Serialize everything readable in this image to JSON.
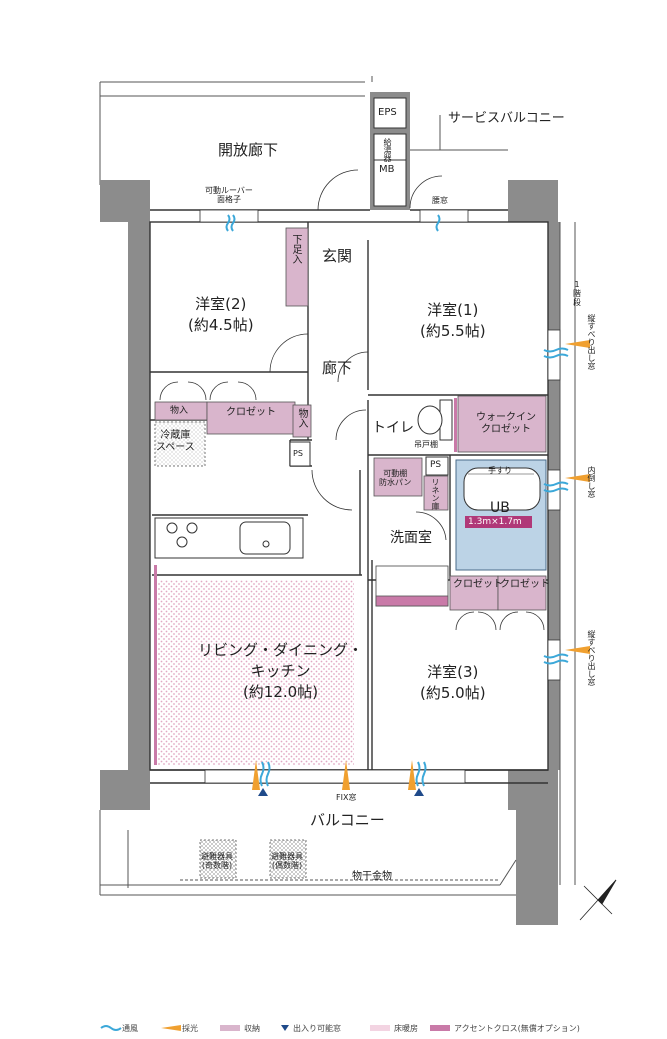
{
  "rooms": {
    "corridor_open": "開放廊下",
    "service_balcony": "サービスバルコニー",
    "eps": "EPS",
    "water_heater": "給湯器",
    "mb": "MB",
    "louver": "可動ルーバー\n面格子",
    "window_waist": "腰窓",
    "shoe_box": "下足入",
    "entrance": "玄関",
    "western2": "洋室(2)\n(約4.5帖)",
    "western1": "洋室(1)\n(約5.5帖)",
    "hallway": "廊下",
    "storage_a": "物入",
    "closet_a": "クロゼット",
    "storage_b": "物入",
    "walkin": "ウォークイン\nクロゼット",
    "toilet": "トイレ",
    "hanging_shelf": "吊戸棚",
    "fridge": "冷蔵庫\nスペース",
    "ps_a": "PS",
    "ps_b": "PS",
    "movable_shelf": "可動棚\n防水パン",
    "linen": "リネン庫",
    "handrail": "手すり",
    "ub": "UB",
    "ub_size": "1.3m×1.7m",
    "washroom": "洗面室",
    "closet_b": "クロゼット",
    "closet_c": "クロゼット",
    "ldk": "リビング・ダイニング・\nキッチン\n(約12.0帖)",
    "western3": "洋室(3)\n(約5.0帖)",
    "balcony": "バルコニー",
    "fix_window": "FIX窓",
    "evac_odd": "避難器具\n(奇数階)",
    "evac_even": "避難器具\n(偶数階)",
    "drying": "物干金物",
    "stairs": "1\n階\n段",
    "slide_window_a": "縦すべり出し窓",
    "inward_window": "内倒し窓",
    "slide_window_b": "縦すべり出し窓"
  },
  "legend": {
    "ventilation": "通風",
    "lighting": "採光",
    "storage": "収納",
    "exit_window": "出入り可能窓",
    "floor_heating": "床暖房",
    "accent_cross": "アクセントクロス(無償オプション)"
  },
  "colors": {
    "wall": "#8c8c8c",
    "line": "#333333",
    "storage": "#d9b5cc",
    "storage_dark": "#c48aaf",
    "floor_heating": "#e6b3c8",
    "accent": "#c97aa8",
    "bath": "#bcd3e6",
    "ventilation": "#3ca8d9",
    "lighting": "#f0a030",
    "exit_marker": "#1f4a8a"
  }
}
